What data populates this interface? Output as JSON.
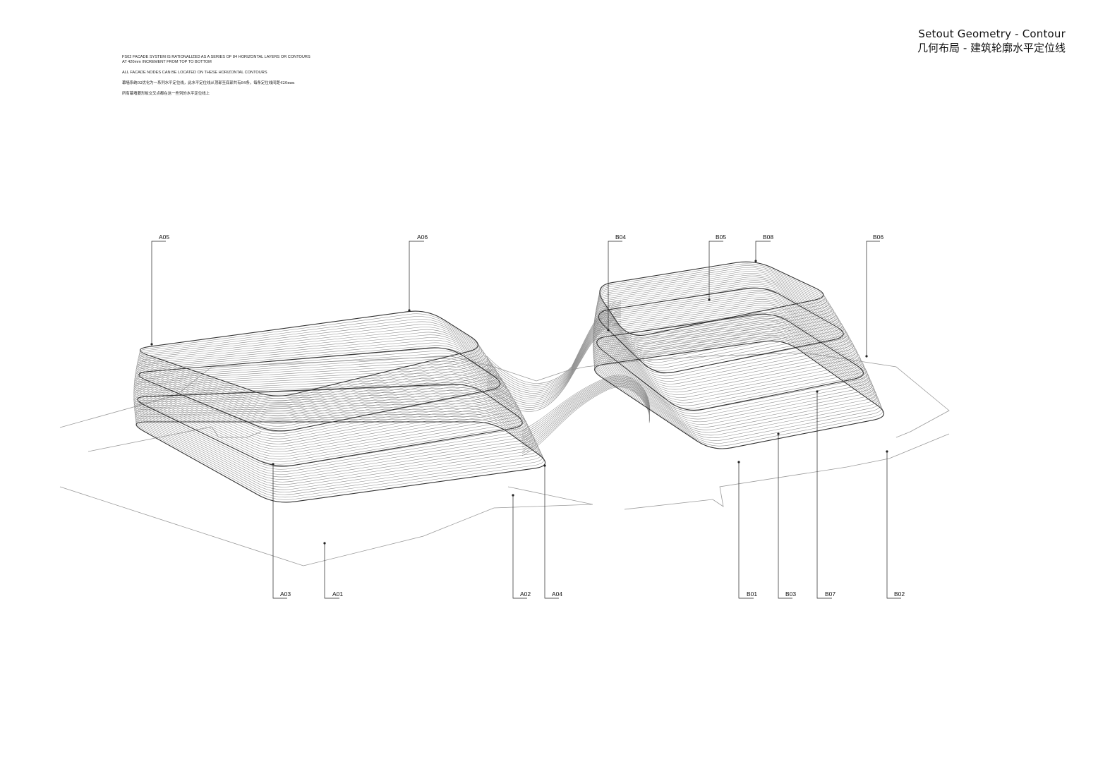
{
  "title": {
    "en": "Setout Geometry - Contour",
    "cn": "几何布局 - 建筑轮廓水平定位线"
  },
  "notes": {
    "line1": "FS02 FACADE SYSTEM IS RATIONALIZED AS A SERIES OF 84 HORIZONTAL LAYERS OR CONTOURS AT 420mm INCREMENT FROM TOP TO BOTTOM",
    "line2": "ALL FACADE NODES CAN BE LOCATED ON THESE HORIZONTAL CONTOURS",
    "line3_cn": "幕墙系统02优化为一系列水平定位线，此水平定位线从顶部至底部共有84条，每条定位线间距420mm",
    "line4_cn": "所有幕墙菱形板交叉点都在这一些列的水平定位线上"
  },
  "labels": {
    "top": [
      "A05",
      "A06",
      "B04",
      "B05",
      "B08",
      "B06"
    ],
    "bottom": [
      "A03",
      "A01",
      "A02",
      "A04",
      "B01",
      "B03",
      "B07",
      "B02"
    ]
  },
  "colors": {
    "ink": "#111111",
    "contour": "#8a8a8a",
    "site": "#9a9a9a"
  }
}
